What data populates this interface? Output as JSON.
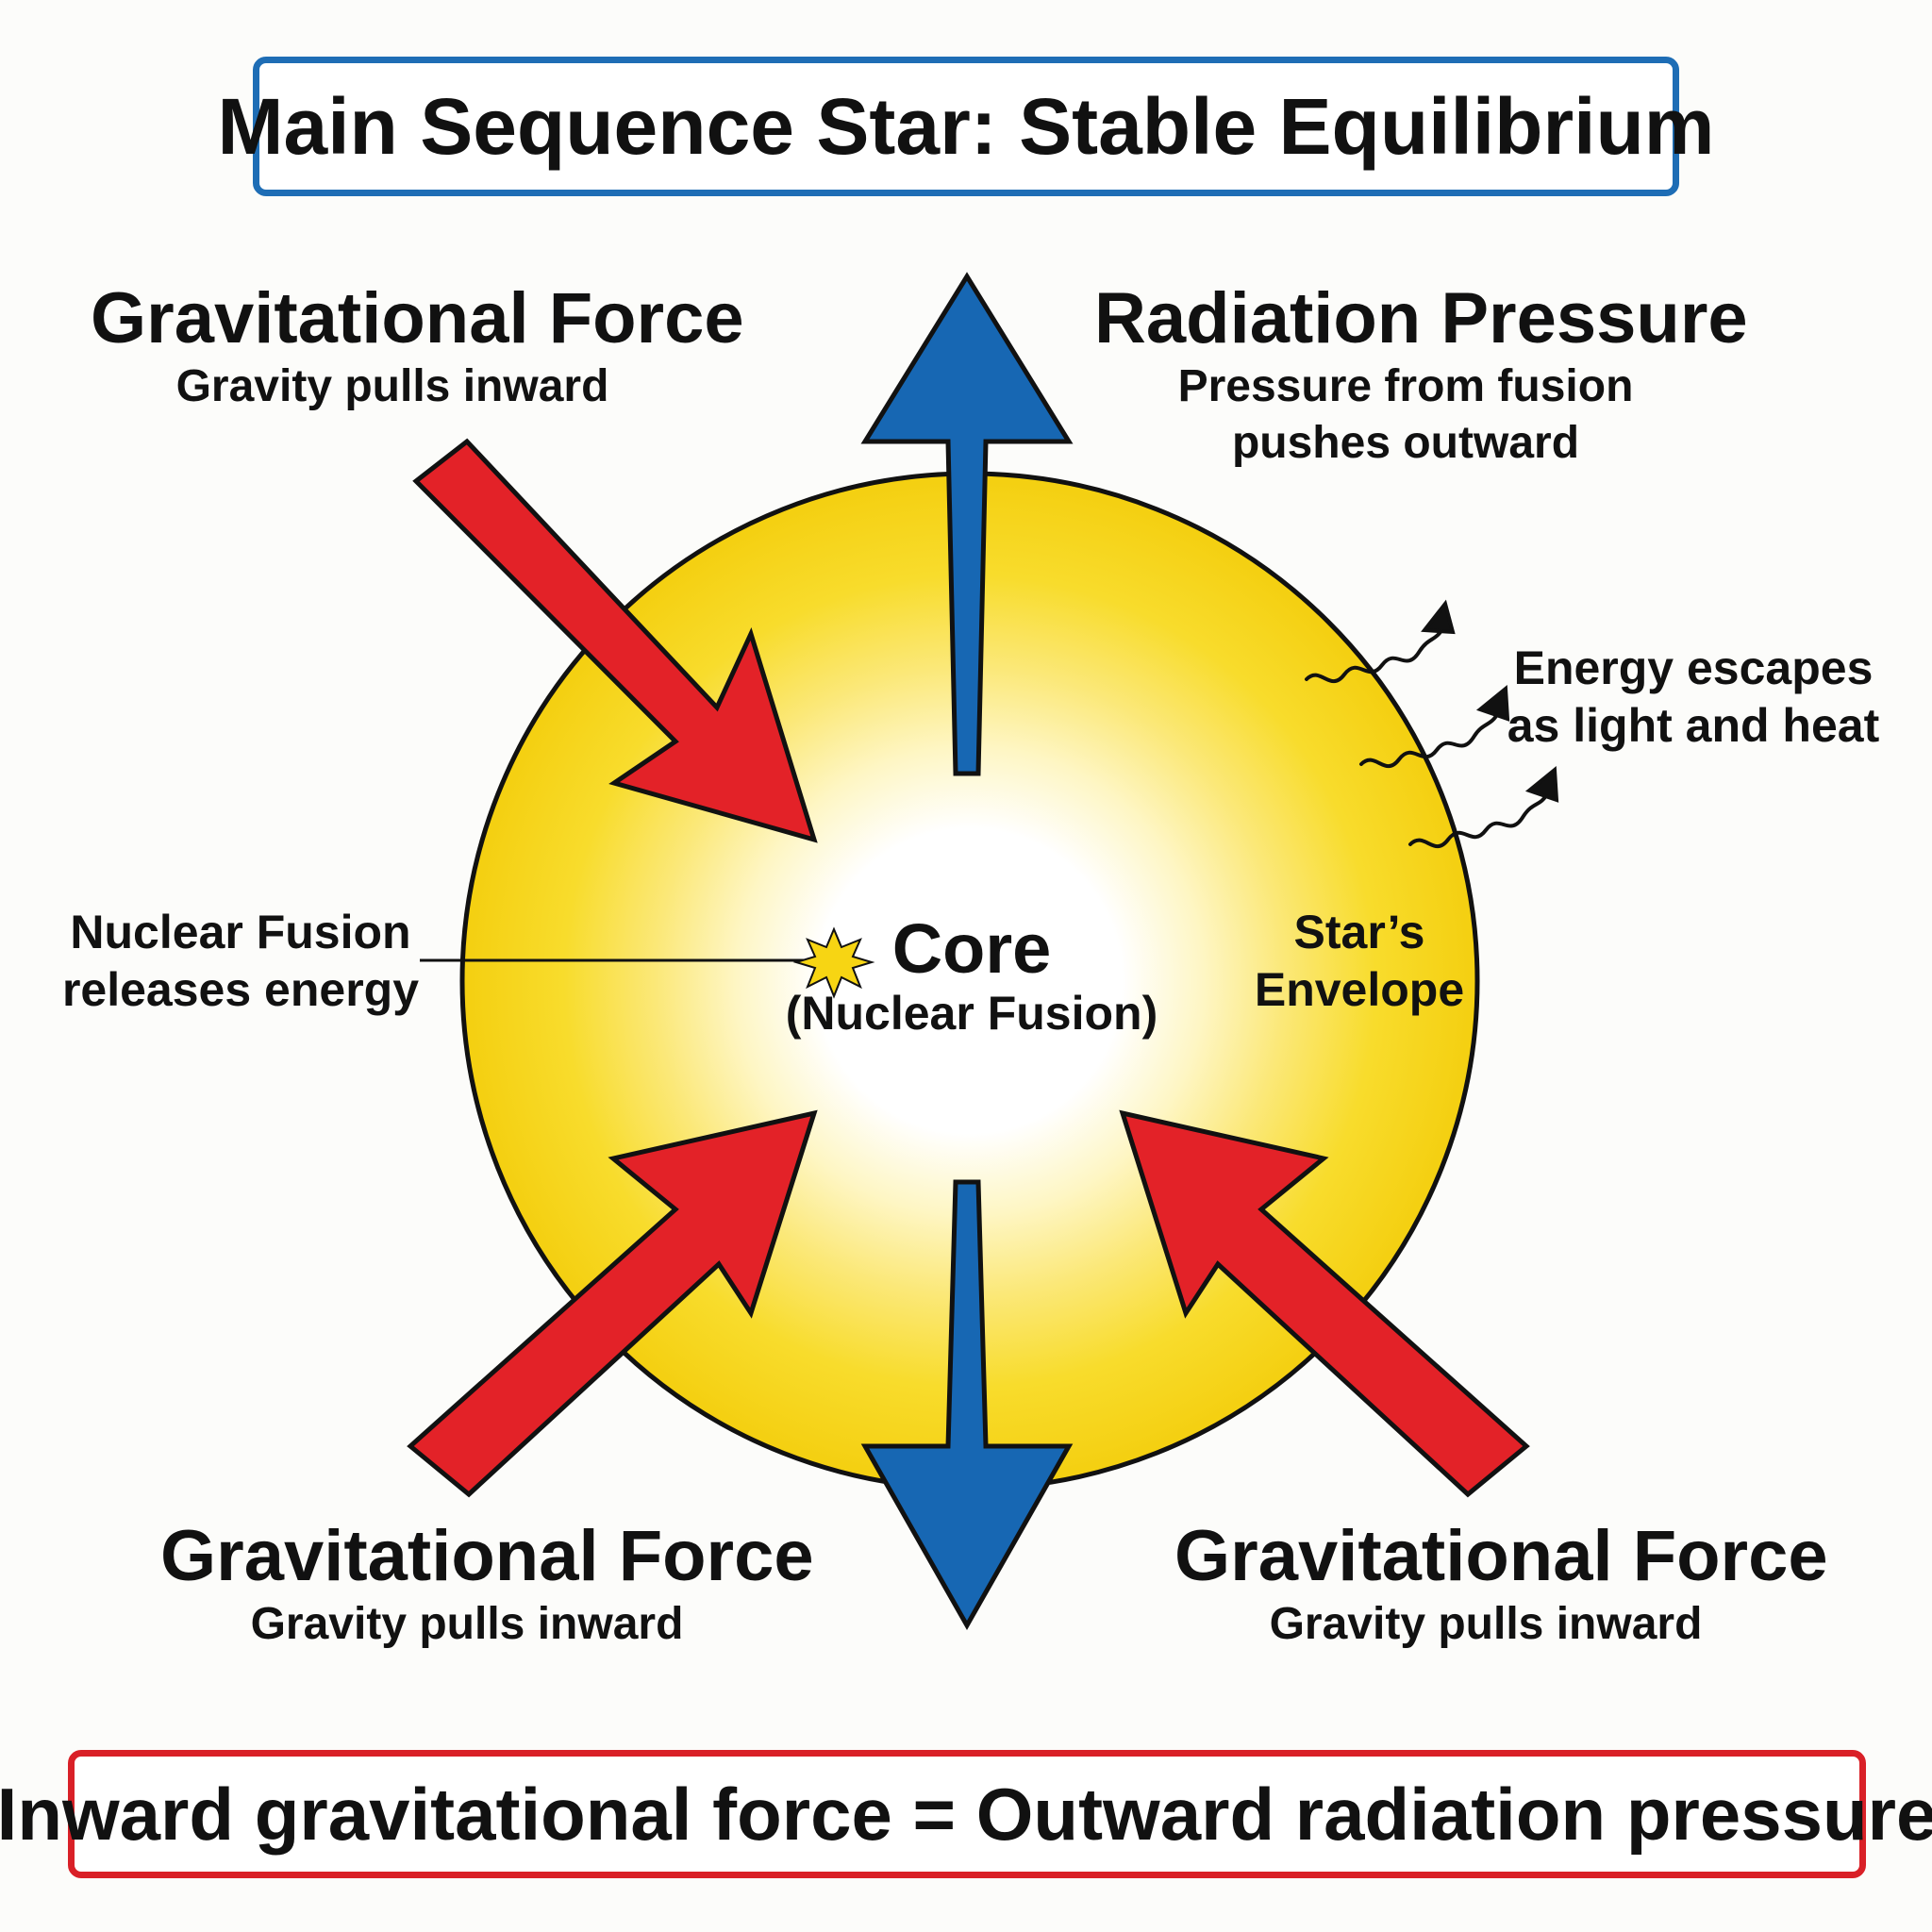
{
  "title": "Main Sequence Star: Stable Equilibrium",
  "equation": "Inward gravitational force = Outward radiation pressure",
  "top_left": {
    "heading": "Gravitational Force",
    "sub": "Gravity pulls inward"
  },
  "top_right": {
    "heading": "Radiation Pressure",
    "sub_line1": "Pressure from fusion",
    "sub_line2": "pushes outward"
  },
  "bottom_left": {
    "heading": "Gravitational Force",
    "sub": "Gravity pulls inward"
  },
  "bottom_right": {
    "heading": "Gravitational Force",
    "sub": "Gravity pulls inward"
  },
  "fusion_note": {
    "line1": "Nuclear Fusion",
    "line2": "releases energy"
  },
  "core": {
    "title": "Core",
    "sub": "(Nuclear Fusion)"
  },
  "envelope": {
    "line1": "Star’s",
    "line2": "Envelope"
  },
  "energy_note": {
    "line1": "Energy escapes",
    "line2": "as light and heat"
  },
  "colors": {
    "gravity_arrow": "#e32228",
    "radiation_arrow": "#1767b3",
    "star_outer": "#f7d513",
    "star_core": "#ffffff",
    "title_border": "#1e6db5",
    "equation_border": "#d92027"
  }
}
